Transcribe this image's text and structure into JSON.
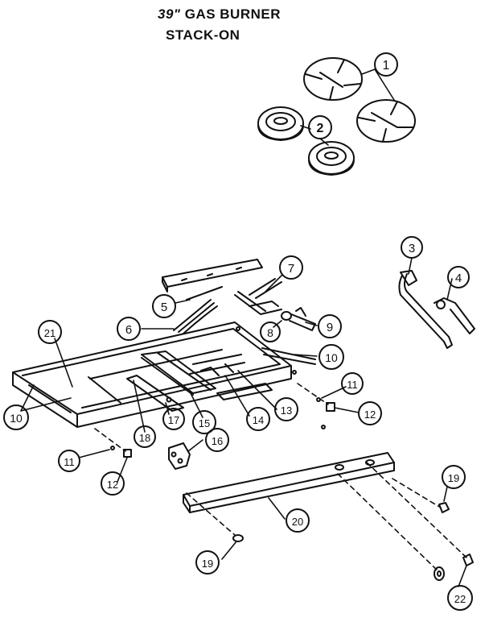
{
  "title": {
    "model": "39\"",
    "line1_rest": "GAS BURNER",
    "line2": "STACK-ON"
  },
  "callouts": {
    "c1": "1",
    "c2": "2",
    "c3": "3",
    "c4": "4",
    "c5": "5",
    "c6": "6",
    "c7": "7",
    "c8": "8",
    "c9": "9",
    "c10a": "10",
    "c10b": "10",
    "c11a": "11",
    "c11b": "11",
    "c12a": "12",
    "c12b": "12",
    "c13": "13",
    "c14": "14",
    "c15": "15",
    "c16": "16",
    "c17": "17",
    "c18": "18",
    "c19a": "19",
    "c19b": "19",
    "c20": "20",
    "c21": "21",
    "c22": "22"
  },
  "colors": {
    "ink": "#111111",
    "paper": "#ffffff"
  }
}
